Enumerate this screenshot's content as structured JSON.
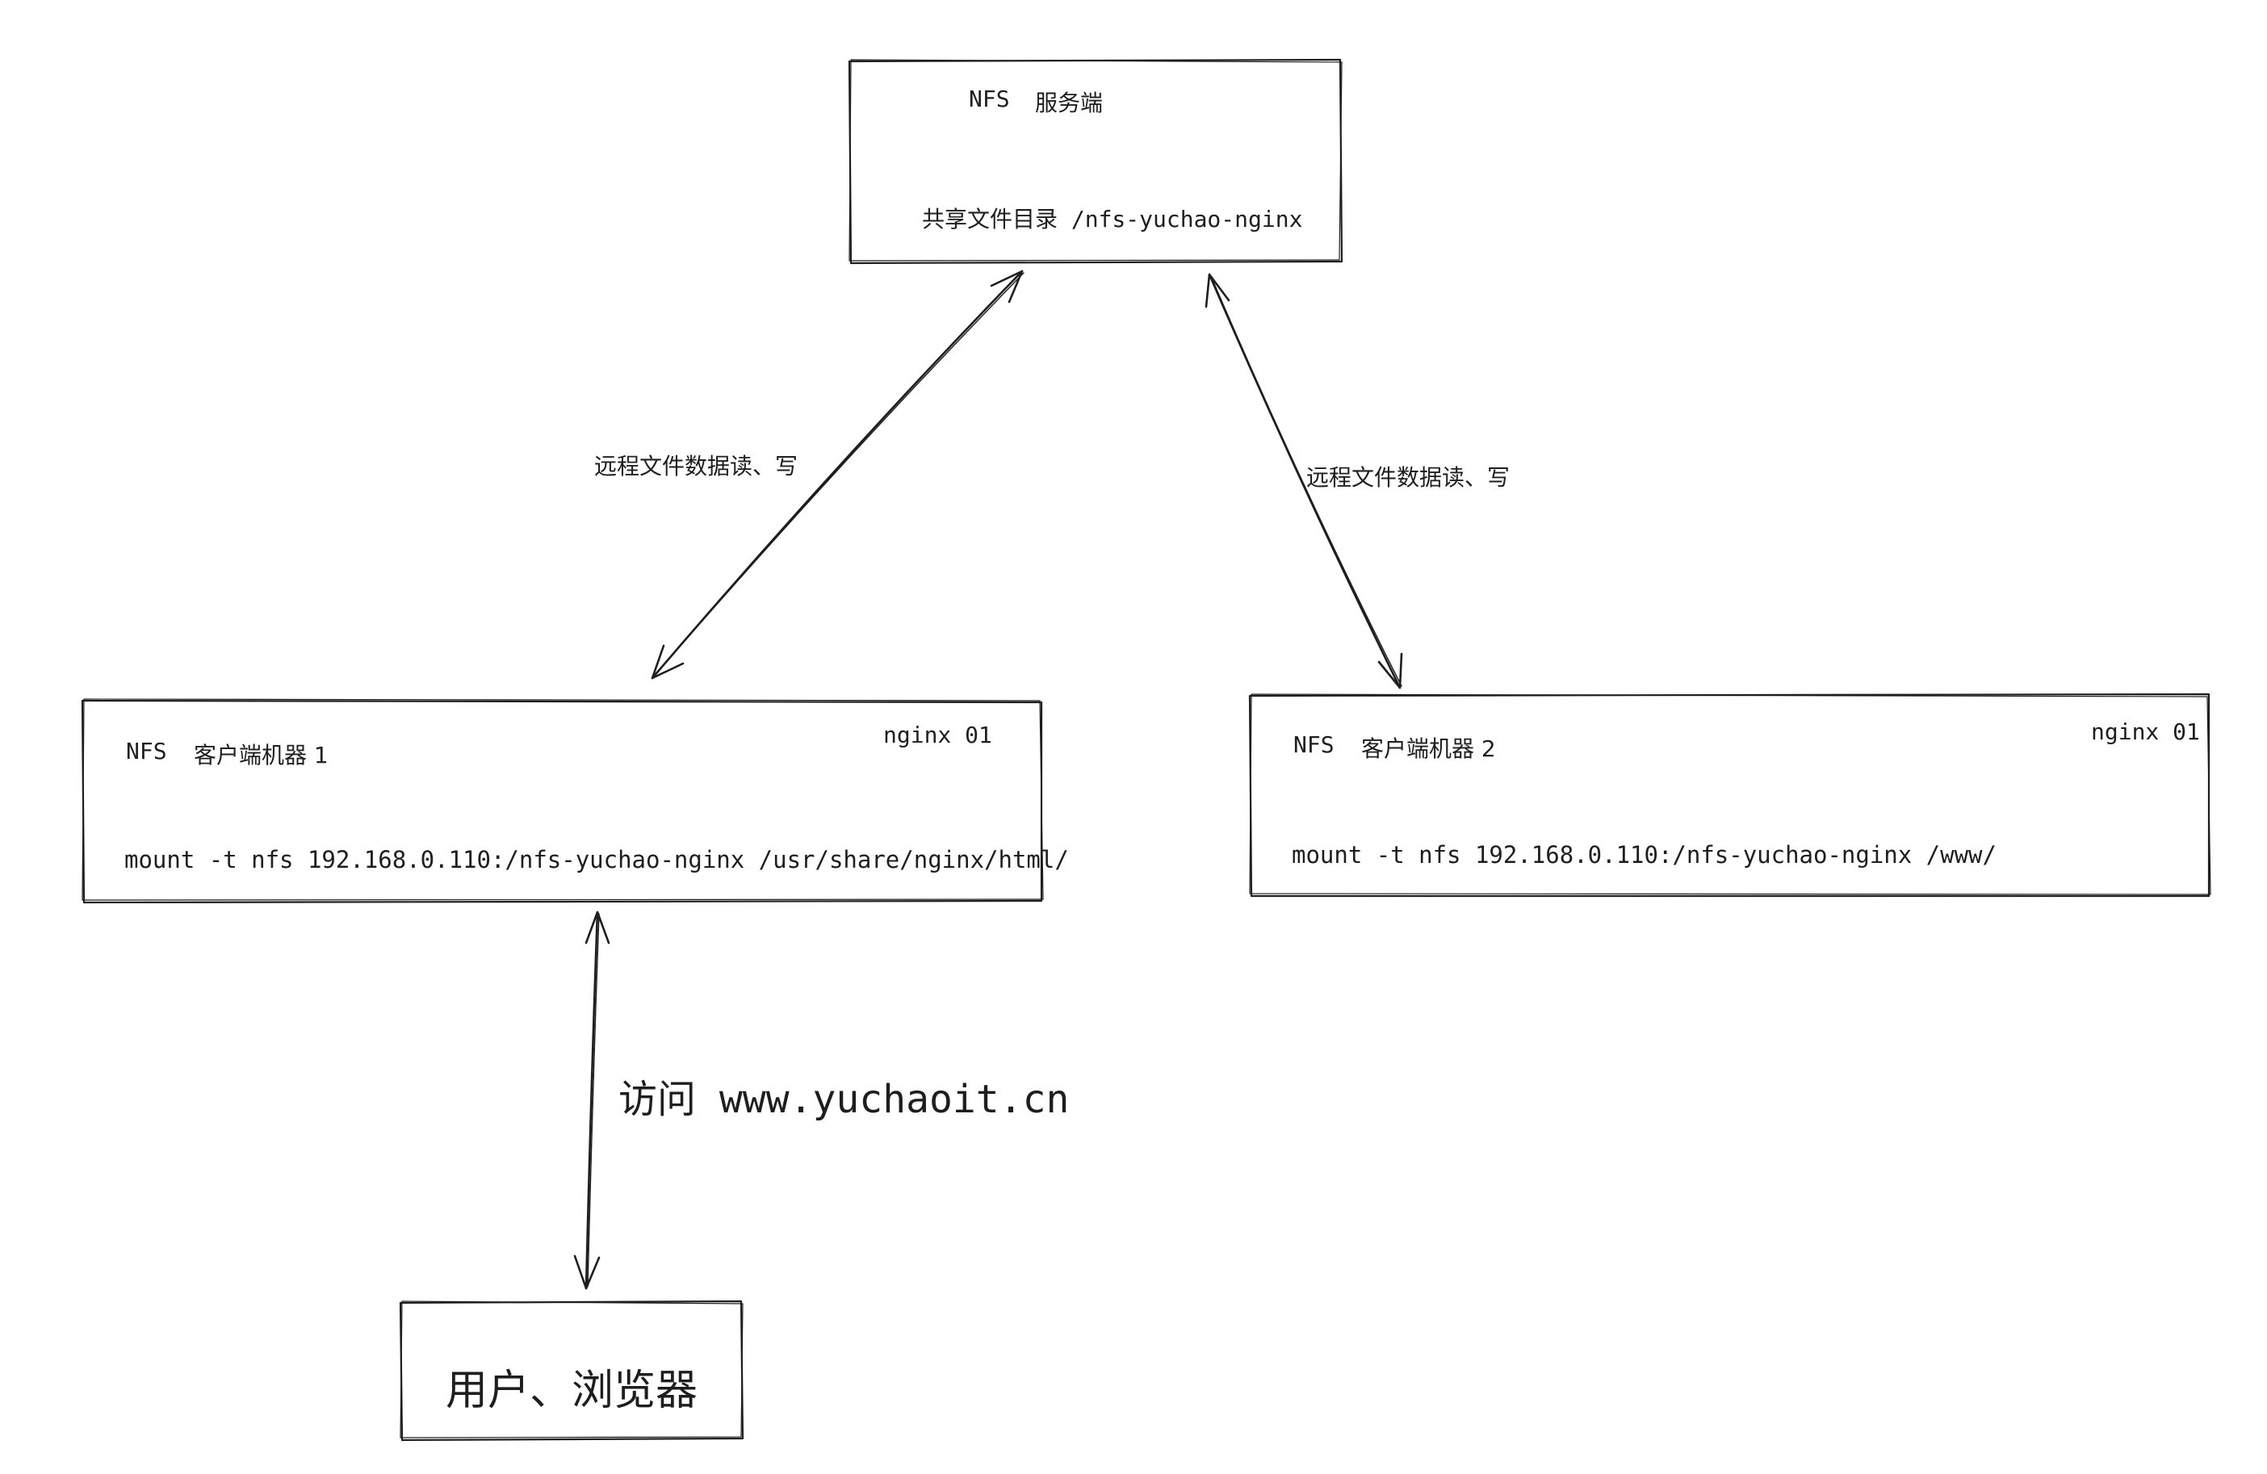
{
  "server": {
    "title_nfs": "NFS",
    "title_role": "服务端",
    "share_dir": "共享文件目录 /nfs-yuchao-nginx"
  },
  "client1": {
    "title_nfs": "NFS",
    "title_role": "客户端机器 1",
    "tag": "nginx 01",
    "command": "mount -t nfs 192.168.0.110:/nfs-yuchao-nginx /usr/share/nginx/html/"
  },
  "client2": {
    "title_nfs": "NFS",
    "title_role": "客户端机器 2",
    "tag": "nginx 01",
    "command": "mount -t nfs 192.168.0.110:/nfs-yuchao-nginx /www/"
  },
  "edges": {
    "server_client1_label": "远程文件数据读、写",
    "server_client2_label": "远程文件数据读、写",
    "client1_user_label": "访问 www.yuchaoit.cn"
  },
  "user": {
    "label": "用户、浏览器"
  },
  "colors": {
    "stroke": "#1e1e1e",
    "background": "#ffffff"
  }
}
